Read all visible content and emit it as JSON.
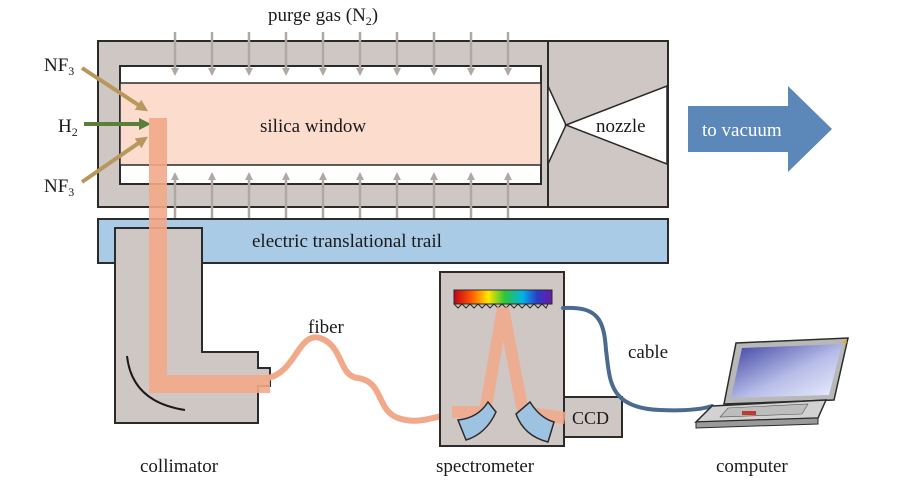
{
  "labels": {
    "purge_gas_prefix": "purge gas (N",
    "purge_gas_sub": "2",
    "purge_gas_suffix": ")",
    "nf3_top_main": "NF",
    "nf3_top_sub": "3",
    "h2_main": "H",
    "h2_sub": "2",
    "nf3_bottom_main": "NF",
    "nf3_bottom_sub": "3",
    "silica_window": "silica window",
    "nozzle": "nozzle",
    "to_vacuum": "to vacuum",
    "trail": "electric translational trail",
    "fiber": "fiber",
    "cable": "cable",
    "ccd": "CCD",
    "collimator": "collimator",
    "spectrometer": "spectrometer",
    "computer": "computer"
  },
  "colors": {
    "chamber": "#cfc7c4",
    "outline": "#2b2b2b",
    "silica": "#fbdccd",
    "beam": "#f2a98a",
    "gas_arrow": "#b0a8a5",
    "nf3_arrow": "#b8975c",
    "h2_arrow": "#5a7f3a",
    "vacuum_arrow": "#5b88b8",
    "trail": "#a9cbe6",
    "cable": "#4a6a8e",
    "mirror": "#9ec3e0"
  },
  "icons": {
    "laptop": "laptop-icon",
    "grating": "diffraction-grating-icon"
  }
}
